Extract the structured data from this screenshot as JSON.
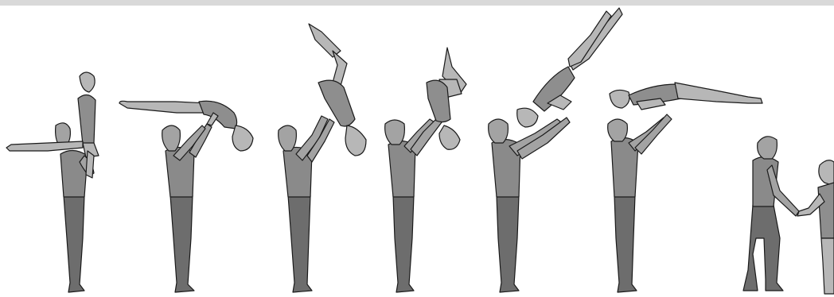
{
  "figure": {
    "colors": {
      "top_bar": "#d9d9d9",
      "base_legs": "#6d6d6d",
      "base_torso": "#8a8a8a",
      "base_skin": "#a3a3a3",
      "flyer_skin": "#b7b7b7",
      "flyer_leotard": "#8e8e8e",
      "outline": "#1a1a1a"
    },
    "stages": [
      {
        "id": 1,
        "pose": "shoulder-stand-split"
      },
      {
        "id": 2,
        "pose": "back-arch-overhead"
      },
      {
        "id": 3,
        "pose": "inverted-pike-descent"
      },
      {
        "id": 4,
        "pose": "inverted-tuck"
      },
      {
        "id": 5,
        "pose": "handstand-layout"
      },
      {
        "id": 6,
        "pose": "horizontal-press"
      },
      {
        "id": 7,
        "pose": "hand-hold-lowering"
      }
    ]
  }
}
